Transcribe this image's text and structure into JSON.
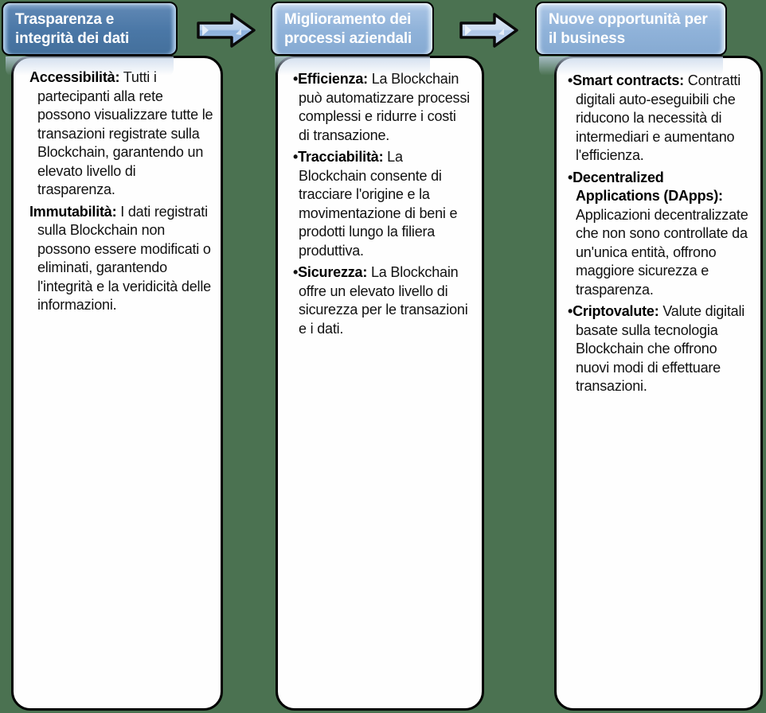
{
  "page": {
    "background_color": "#4b7251",
    "card_color": "#fefefe",
    "border_color": "#000000",
    "header_dark_color": "#4a77a6",
    "header_light_color": "#8fb2d9",
    "header_text_color": "#ffffff",
    "arrow_fill_color": "#a9c6e8"
  },
  "bullet_char": "•",
  "columns": [
    {
      "header": "Trasparenza e integrità dei dati",
      "items": [
        {
          "term": "Accessibilità:",
          "text": "Tutti i partecipanti alla rete possono visualizzare tutte le transazioni registrate sulla Blockchain, garantendo un elevato livello di trasparenza."
        },
        {
          "term": "Immutabilità:",
          "text": "I dati registrati sulla Blockchain non possono essere modificati o eliminati, garantendo l'integrità e la veridicità delle informazioni."
        }
      ]
    },
    {
      "header": "Miglioramento dei processi aziendali",
      "items": [
        {
          "term": "Efficienza:",
          "text": "La Blockchain può automatizzare processi complessi e ridurre i costi di transazione."
        },
        {
          "term": "Tracciabilità:",
          "text": "La Blockchain consente di tracciare l'origine e la movimentazione di beni e prodotti lungo la filiera produttiva."
        },
        {
          "term": "Sicurezza:",
          "text": "La Blockchain offre un elevato livello di sicurezza per le transazioni e i dati."
        }
      ]
    },
    {
      "header": "Nuove opportunità per il business",
      "items": [
        {
          "term": "Smart contracts:",
          "text": "Contratti digitali auto-eseguibili che riducono la necessità di intermediari e aumentano l'efficienza."
        },
        {
          "term": "Decentralized Applications (DApps):",
          "text": "Applicazioni decentralizzate che non sono controllate da un'unica entità, offrono maggiore sicurezza e trasparenza."
        },
        {
          "term": "Criptovalute:",
          "text": "Valute digitali basate sulla tecnologia Blockchain che offrono nuovi modi di effettuare transazioni."
        }
      ]
    }
  ]
}
